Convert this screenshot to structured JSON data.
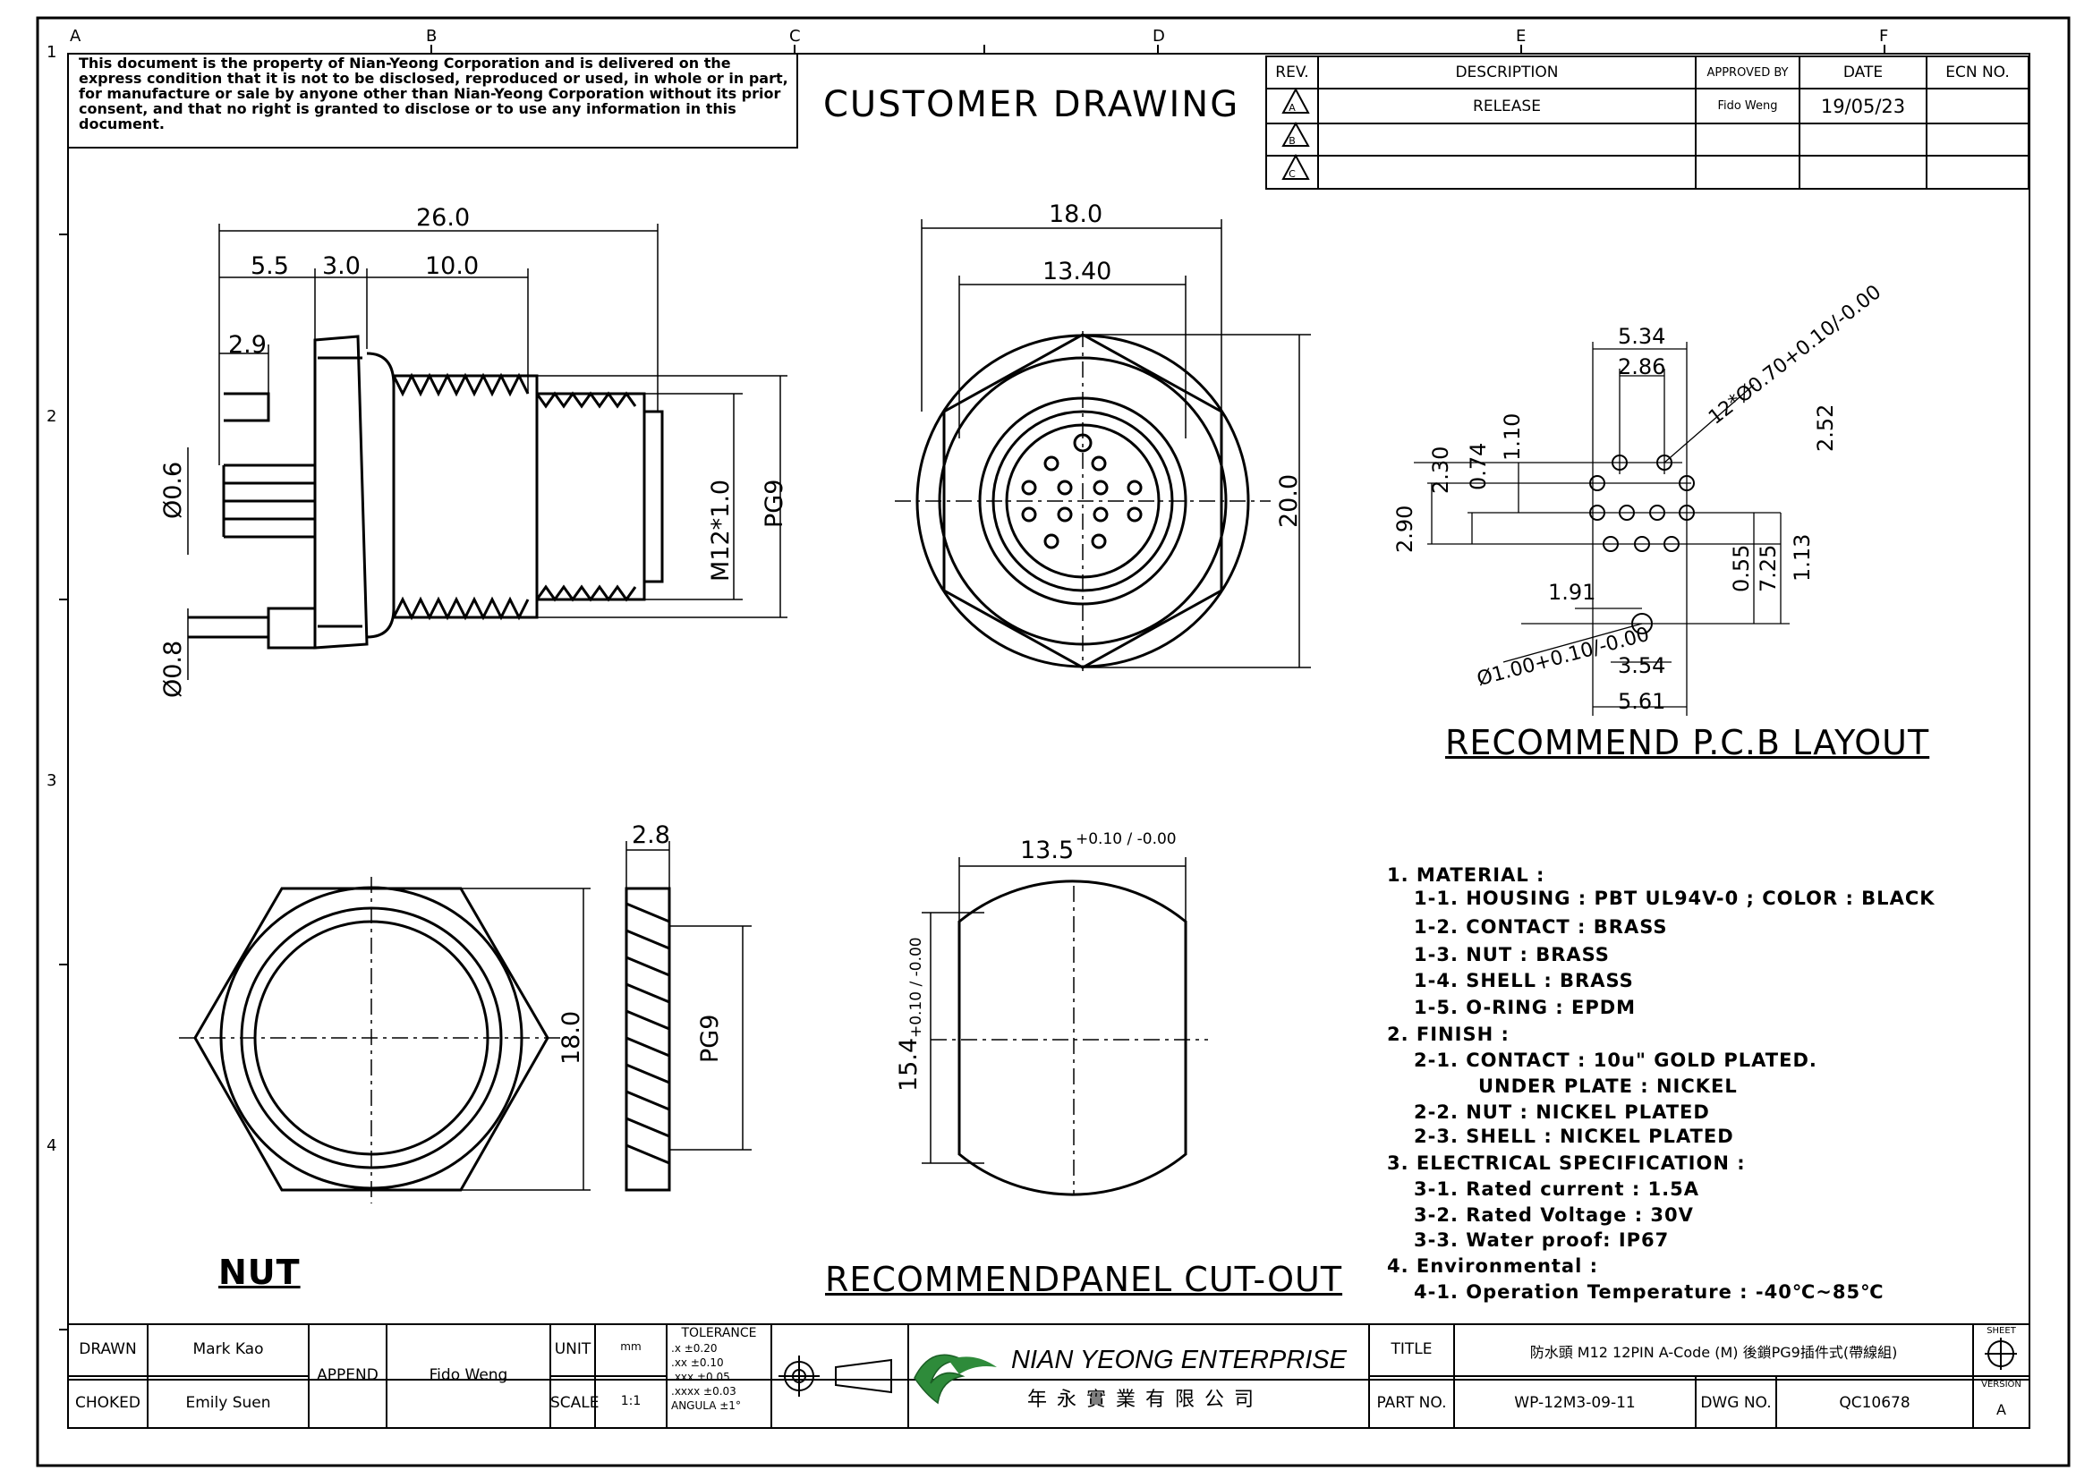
{
  "frame": {
    "col_letters": [
      "A",
      "B",
      "C",
      "D",
      "E",
      "F"
    ],
    "row_numbers": [
      "1",
      "2",
      "3",
      "4"
    ]
  },
  "notice": "This document is the property of Nian-Yeong Corporation and is delivered on the express condition that it is not to be disclosed, reproduced or used, in whole or in part, for manufacture or sale by anyone other than Nian-Yeong Corporation without its prior consent, and that no right is granted to disclose or to use any information in this document.",
  "drawing_title": "CUSTOMER DRAWING",
  "revision_table": {
    "headers": [
      "REV.",
      "DESCRIPTION",
      "APPROVED BY",
      "DATE",
      "ECN NO."
    ],
    "rows": [
      {
        "rev": "A",
        "description": "RELEASE",
        "approved_by": "Fido Weng",
        "date": "19/05/23",
        "ecn": ""
      },
      {
        "rev": "B",
        "description": "",
        "approved_by": "",
        "date": "",
        "ecn": ""
      },
      {
        "rev": "C",
        "description": "",
        "approved_by": "",
        "date": "",
        "ecn": ""
      }
    ]
  },
  "side_view_dims": {
    "overall": "26.0",
    "d1": "5.5",
    "d2": "3.0",
    "d3": "10.0",
    "pin": "2.9",
    "pin_dia": "Ø0.6",
    "pin_dia2": "Ø0.8",
    "thread": "M12*1.0",
    "pg": "PG9"
  },
  "front_view_dims": {
    "width": "18.0",
    "inner": "13.40",
    "height": "20.0"
  },
  "pcb_layout": {
    "title": "RECOMMEND P.C.B LAYOUT",
    "dims": [
      "5.34",
      "2.86",
      "12*Ø0.70+0.10/-0.00",
      "2.52",
      "2.30",
      "0.74",
      "1.10",
      "2.90",
      "1.91",
      "0.55",
      "7.25",
      "1.13",
      "Ø1.00+0.10/-0.00",
      "3.54",
      "5.61"
    ]
  },
  "nut": {
    "title": "NUT",
    "height": "18.0",
    "thickness": "2.8",
    "pg": "PG9"
  },
  "panel_cutout": {
    "title": "RECOMMENDPANEL CUT-OUT",
    "width": "13.5",
    "width_tol": "+0.10 / -0.00",
    "height": "15.4",
    "height_tol": "+0.10 / -0.00"
  },
  "notes": [
    "1. MATERIAL :",
    "1-1. HOUSING : PBT UL94V-0 ; COLOR : BLACK",
    "1-2. CONTACT : BRASS",
    "1-3. NUT : BRASS",
    "1-4. SHELL : BRASS",
    "1-5. O-RING : EPDM",
    "2. FINISH :",
    "2-1. CONTACT : 10u\" GOLD PLATED.",
    "UNDER PLATE : NICKEL",
    "2-2. NUT : NICKEL PLATED",
    "2-3. SHELL : NICKEL PLATED",
    "3. ELECTRICAL SPECIFICATION :",
    "3-1. Rated current : 1.5A",
    "3-2. Rated Voltage : 30V",
    "3-3. Water proof: IP67",
    "4. Environmental :",
    "4-1. Operation Temperature : -40℃~85℃"
  ],
  "title_block": {
    "drawn_label": "DRAWN",
    "drawn": "Mark Kao",
    "checked_label": "CHOKED",
    "checked": "Emily Suen",
    "append_label": "APPEND",
    "append": "Fido Weng",
    "unit_label": "UNIT",
    "unit": "mm",
    "scale_label": "SCALE",
    "scale": "1:1",
    "tolerance_label": "TOLERANCE",
    "tolerance": [
      ".x  ±0.20",
      ".xx  ±0.10",
      ".xxx  ±0.05",
      ".xxxx  ±0.03",
      "ANGULA  ±1°"
    ],
    "company": "NIAN YEONG ENTERPRISE",
    "company_cn": "年 永 實 業 有 限 公 司",
    "title_label": "TITLE",
    "title": "防水頭 M12 12PIN A-Code (M) 後鎖PG9插件式(帶線組)",
    "part_label": "PART NO.",
    "part_no": "WP-12M3-09-11",
    "dwg_label": "DWG NO.",
    "dwg_no": "QC10678",
    "sheet_label": "SHEET",
    "version_label": "VERSION",
    "version": "A"
  }
}
